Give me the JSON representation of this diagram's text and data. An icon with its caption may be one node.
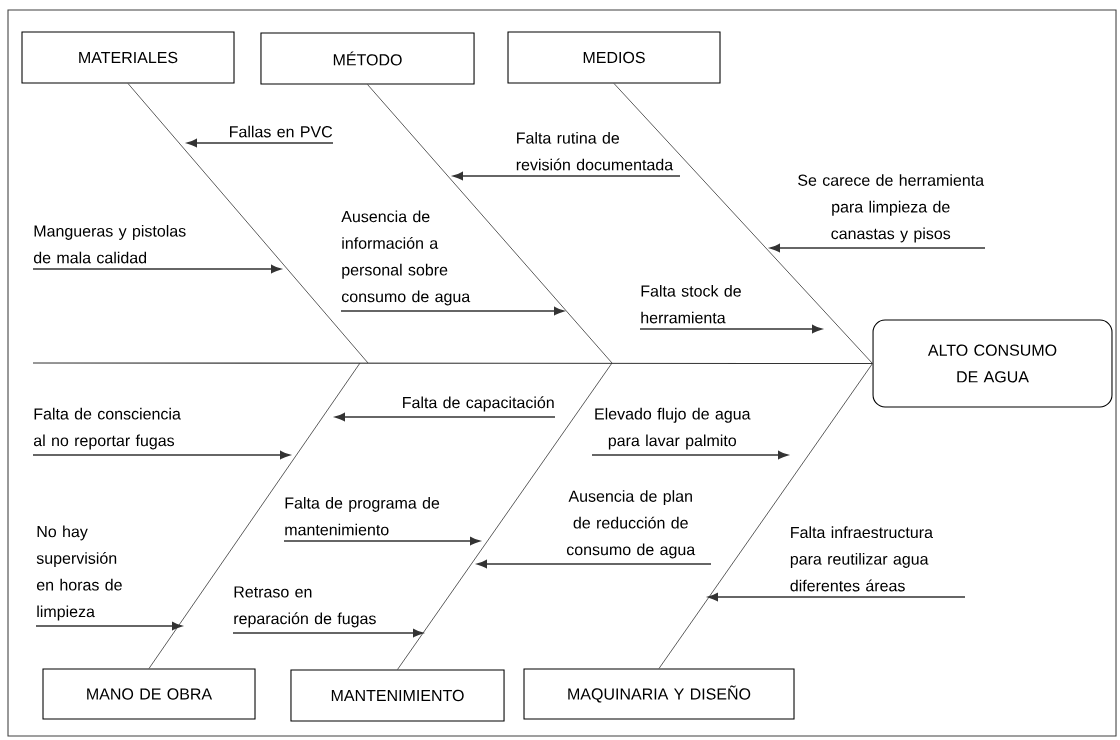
{
  "diagram": {
    "nodes": [
      {
        "text": [
          "MATERIALES"
        ]
      },
      {
        "text": [
          "MÉTODO"
        ]
      },
      {
        "text": [
          "MEDIOS"
        ]
      },
      {
        "text": [
          "Fallas en PVC"
        ]
      },
      {
        "text": [
          "Mangueras y pistolas de mala calidad"
        ]
      },
      {
        "text": [
          "Falta rutina de revisión documentada"
        ]
      },
      {
        "text": [
          "Ausencia de información a personal sobre consumo de agua"
        ]
      },
      {
        "text": [
          "Se carece de herramienta para limpieza de canastas y pisos"
        ]
      },
      {
        "text": [
          "Falta stock de herramienta"
        ]
      },
      {
        "text": [
          "ALTO CONSUMO DE AGUA"
        ]
      },
      {
        "text": [
          "Falta de consciencia al no reportar fugas"
        ]
      },
      {
        "text": [
          "Falta de capacitación"
        ]
      },
      {
        "text": [
          "Elevado flujo de agua para lavar palmito"
        ]
      },
      {
        "text": [
          "No hay supervisión en horas de limpieza"
        ]
      },
      {
        "text": [
          "Falta de programa de mantenimiento"
        ]
      },
      {
        "text": [
          "Ausencia de plan de reducción de consumo de agua"
        ]
      },
      {
        "text": [
          "Retraso en reparación de fugas"
        ]
      },
      {
        "text": [
          "Falta infraestructura para reutilizar agua diferentes áreas"
        ]
      },
      {
        "text": [
          "MANO DE OBRA"
        ]
      },
      {
        "text": [
          "MANTENIMIENTO"
        ]
      },
      {
        "text": [
          "MAQUINARIA Y DISEÑO"
        ]
      }
    ],
    "edges": [
      {
        "from": 0,
        "to": null,
        "arrow": "none"
      },
      {
        "from": 1,
        "to": null,
        "arrow": "none"
      },
      {
        "from": 2,
        "to": 9,
        "arrow": "none"
      },
      {
        "from": 18,
        "to": null,
        "arrow": "none"
      },
      {
        "from": 19,
        "to": null,
        "arrow": "none"
      },
      {
        "from": 20,
        "to": 9,
        "arrow": "none"
      },
      {
        "from": null,
        "to": 9,
        "arrow": "none"
      },
      {
        "from": 3,
        "to": null,
        "arrow": "to"
      },
      {
        "from": 4,
        "to": null,
        "arrow": "to"
      },
      {
        "from": 5,
        "to": null,
        "arrow": "to"
      },
      {
        "from": 6,
        "to": null,
        "arrow": "to"
      },
      {
        "from": 7,
        "to": null,
        "arrow": "to"
      },
      {
        "from": 8,
        "to": null,
        "arrow": "to"
      },
      {
        "from": 10,
        "to": null,
        "arrow": "to"
      },
      {
        "from": 11,
        "to": null,
        "arrow": "to"
      },
      {
        "from": 12,
        "to": null,
        "arrow": "to"
      },
      {
        "from": 13,
        "to": null,
        "arrow": "to"
      },
      {
        "from": 14,
        "to": null,
        "arrow": "to"
      },
      {
        "from": 15,
        "to": null,
        "arrow": "to"
      },
      {
        "from": 16,
        "to": null,
        "arrow": "to"
      },
      {
        "from": 17,
        "to": null,
        "arrow": "to"
      }
    ]
  }
}
